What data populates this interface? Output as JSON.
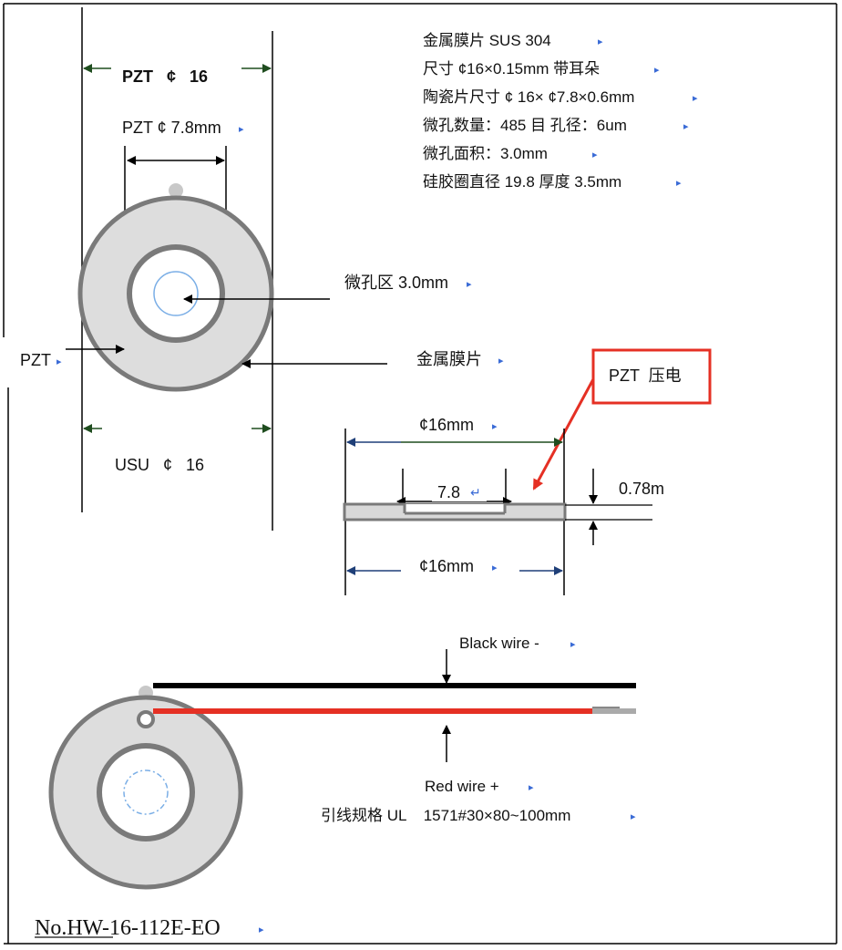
{
  "specs": [
    "金属膜片 SUS 304",
    "尺寸 ¢16×0.15mm 带耳朵",
    "陶瓷片尺寸 ¢ 16× ¢7.8×0.6mm",
    "微孔数量：485 目  孔径：6um",
    "微孔面积：3.0mm",
    "硅胶圈直径 19.8  厚度 3.5mm"
  ],
  "top_view": {
    "pzt_outer_dim": "PZT   ¢   16",
    "pzt_inner_dim": "PZT ¢ 7.8mm",
    "micro_hole_zone": "微孔区 3.0mm",
    "pzt_label": "PZT",
    "metal_label": "金属膜片",
    "usu_dim": "USU   ¢   16"
  },
  "side_view": {
    "pzt_box": "PZT  压电",
    "top_dim": "¢16mm",
    "inner_dim": "7.8",
    "thickness": "0.78m",
    "bottom_dim": "¢16mm"
  },
  "wiring": {
    "black_wire": "Black wire -",
    "red_wire": "Red wire +",
    "lead_spec": "引线规格 UL    1571#30×80~100mm"
  },
  "doc_number": "No.HW-16-112E-EO",
  "colors": {
    "ring_gray": "#7a7a7a",
    "ceramic_fill": "#dddddd",
    "red_wire": "#e53024",
    "black_wire": "#000000",
    "dim_arrow_blue": "#1f3f78",
    "dim_arrow_green": "#1f4d1f",
    "highlight_box": "#e53024",
    "micro_circle": "#7aaee6"
  }
}
